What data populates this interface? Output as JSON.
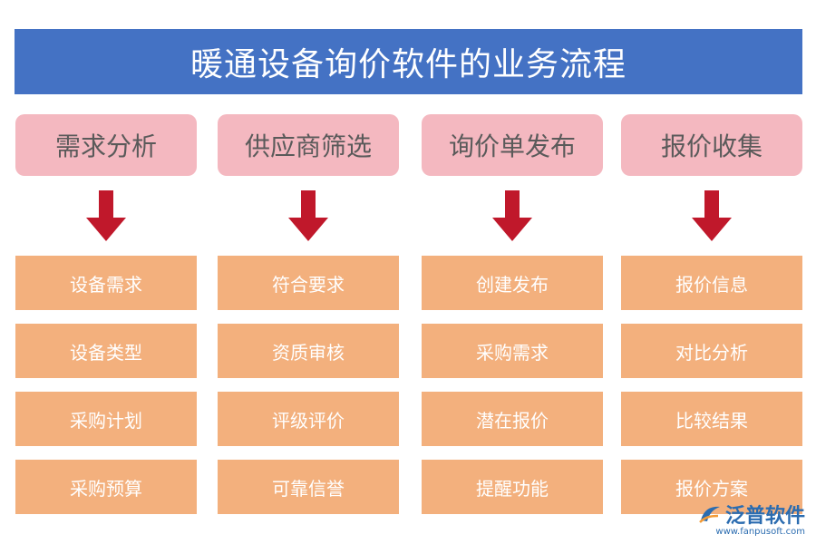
{
  "title": "暖通设备询价软件的业务流程",
  "colors": {
    "title_bg": "#4472c4",
    "header_bg": "#f4b8c0",
    "item_bg": "#f3b07d",
    "arrow": "#c0182b",
    "logo": "#2b6cb0"
  },
  "columns": [
    {
      "header": "需求分析",
      "items": [
        "设备需求",
        "设备类型",
        "采购计划",
        "采购预算"
      ]
    },
    {
      "header": "供应商筛选",
      "items": [
        "符合要求",
        "资质审核",
        "评级评价",
        "可靠信誉"
      ]
    },
    {
      "header": "询价单发布",
      "items": [
        "创建发布",
        "采购需求",
        "潜在报价",
        "提醒功能"
      ]
    },
    {
      "header": "报价收集",
      "items": [
        "报价信息",
        "对比分析",
        "比较结果",
        "报价方案"
      ]
    }
  ],
  "logo": {
    "name": "泛普软件",
    "url": "www.fanpusoft.com"
  }
}
